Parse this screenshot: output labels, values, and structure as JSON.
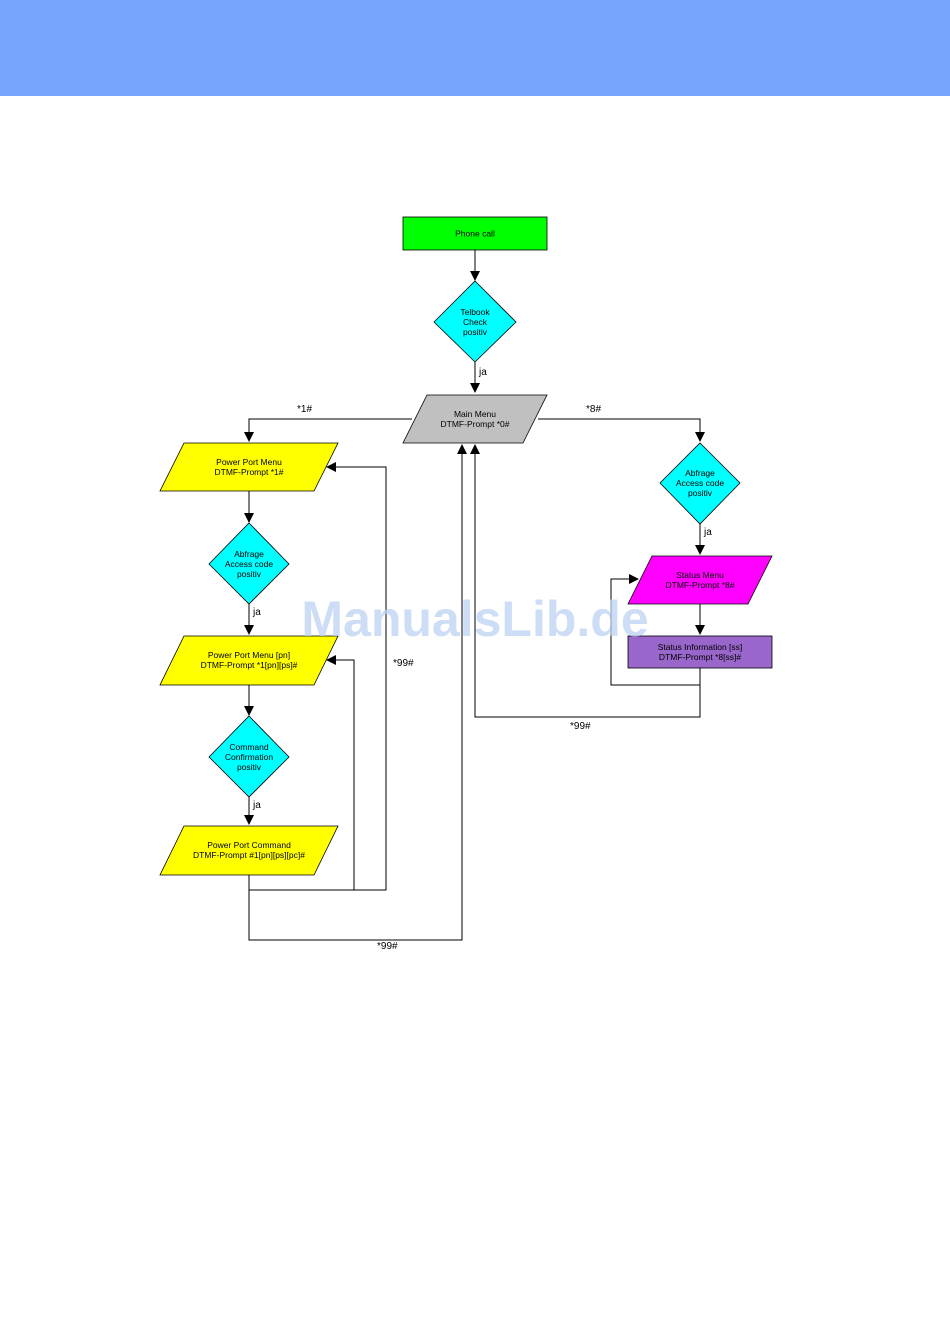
{
  "colors": {
    "header": "#76a4fc",
    "start": "#00ff00",
    "decision": "#00ffff",
    "main_menu": "#c0c0c0",
    "power_port": "#ffff00",
    "status_menu": "#ff00ff",
    "status_info": "#9966cc"
  },
  "nodes": {
    "phone_call": [
      "Phone call"
    ],
    "telbook_check": [
      "Telbook",
      "Check",
      "positiv"
    ],
    "main_menu": [
      "Main Menu",
      "DTMF-Prompt *0#"
    ],
    "power_port_menu": [
      "Power Port Menu",
      "DTMF-Prompt *1#"
    ],
    "access_code_left": [
      "Abfrage",
      "Access code",
      "positiv"
    ],
    "power_port_menu_pn": [
      "Power Port Menu [pn]",
      "DTMF-Prompt *1[pn][ps]#"
    ],
    "command_confirmation": [
      "Command",
      "Confirmation",
      "positiv"
    ],
    "power_port_command": [
      "Power Port Command",
      "DTMF-Prompt #1[pn][ps][pc]#"
    ],
    "access_code_right": [
      "Abfrage",
      "Access code",
      "positiv"
    ],
    "status_menu": [
      "Status Menu",
      "DTMF-Prompt *8#"
    ],
    "status_information": [
      "Status Information [ss]",
      "DTMF-Prompt *8[ss]#"
    ]
  },
  "edges": {
    "ja_telbook": "ja",
    "to_power_port": "*1#",
    "to_status": "*8#",
    "ja_access_left": "ja",
    "ja_command": "ja",
    "back_99_left_inner": "*99#",
    "back_99_left_bottom": "*99#",
    "ja_access_right": "ja",
    "back_99_right": "*99#"
  },
  "watermark": "ManualsLib.de"
}
